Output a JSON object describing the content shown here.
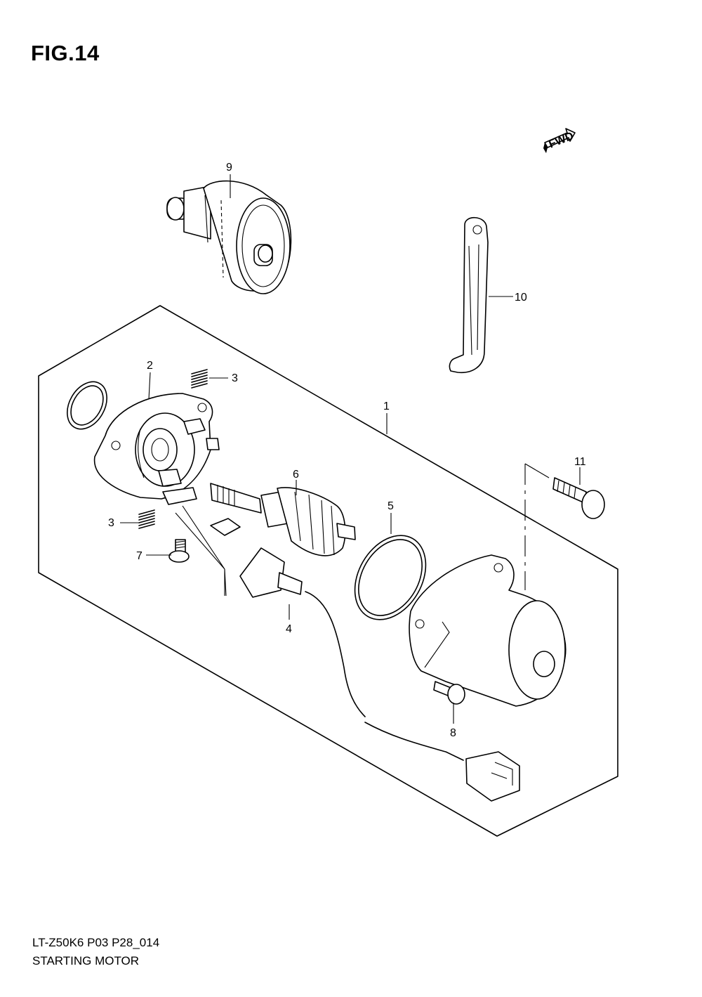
{
  "figure": {
    "title": "FIG.14"
  },
  "footer": {
    "code": "LT-Z50K6 P03 P28_014",
    "name": "STARTING MOTOR"
  },
  "fwd_label": "FWD",
  "callouts": {
    "c1": "1",
    "c2": "2",
    "c3a": "3",
    "c3b": "3",
    "c4": "4",
    "c5": "5",
    "c6": "6",
    "c7": "7",
    "c8": "8",
    "c9": "9",
    "c10": "10",
    "c11": "11"
  }
}
